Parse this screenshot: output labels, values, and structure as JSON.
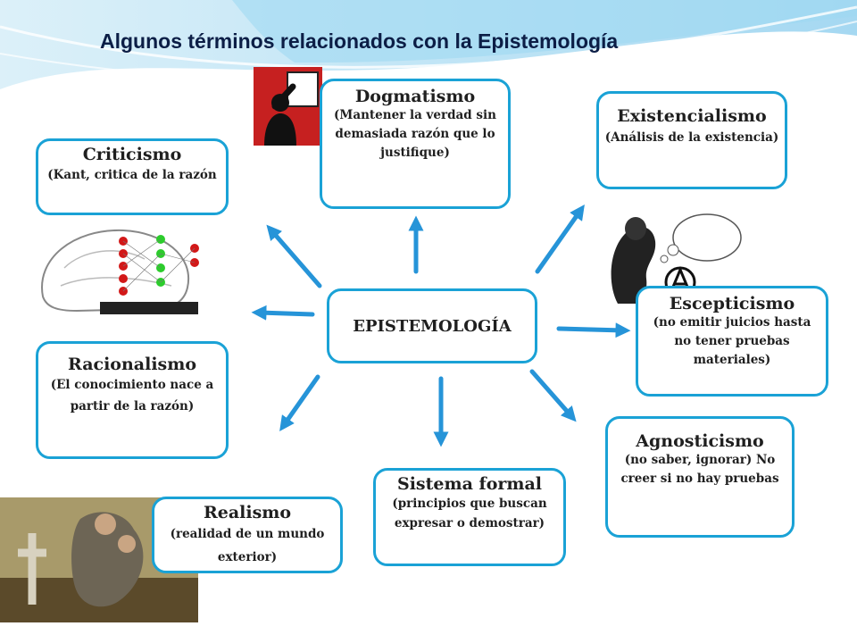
{
  "title": "Algunos términos relacionados con la Epistemología",
  "center": "EPISTEMOLOGÍA",
  "accent_color": "#1aa2d6",
  "arrow_color": "#2694d8",
  "nodes": {
    "criticismo": {
      "head": "Criticismo",
      "body": "(Kant, critica de la razón"
    },
    "dogmatismo": {
      "head": "Dogmatismo",
      "body": "(Mantener la verdad sin demasiada razón que lo justifique)"
    },
    "existencialismo": {
      "head": "Existencialismo",
      "body": "(Análisis de la existencia)"
    },
    "escepticismo": {
      "head": "Escepticismo",
      "body": "(no emitir juicios hasta no tener pruebas materiales)"
    },
    "agnosticismo": {
      "head": "Agnosticismo",
      "body": "(no saber, ignorar) No creer si no hay pruebas"
    },
    "sistema_formal": {
      "head": "Sistema formal",
      "body": "(principios que buscan expresar o demostrar)"
    },
    "realismo": {
      "head": "Realismo",
      "body": "(realidad de un mundo exterior)"
    },
    "racionalismo": {
      "head": "Racionalismo",
      "body": "(El conocimiento nace a partir de la razón)"
    }
  }
}
